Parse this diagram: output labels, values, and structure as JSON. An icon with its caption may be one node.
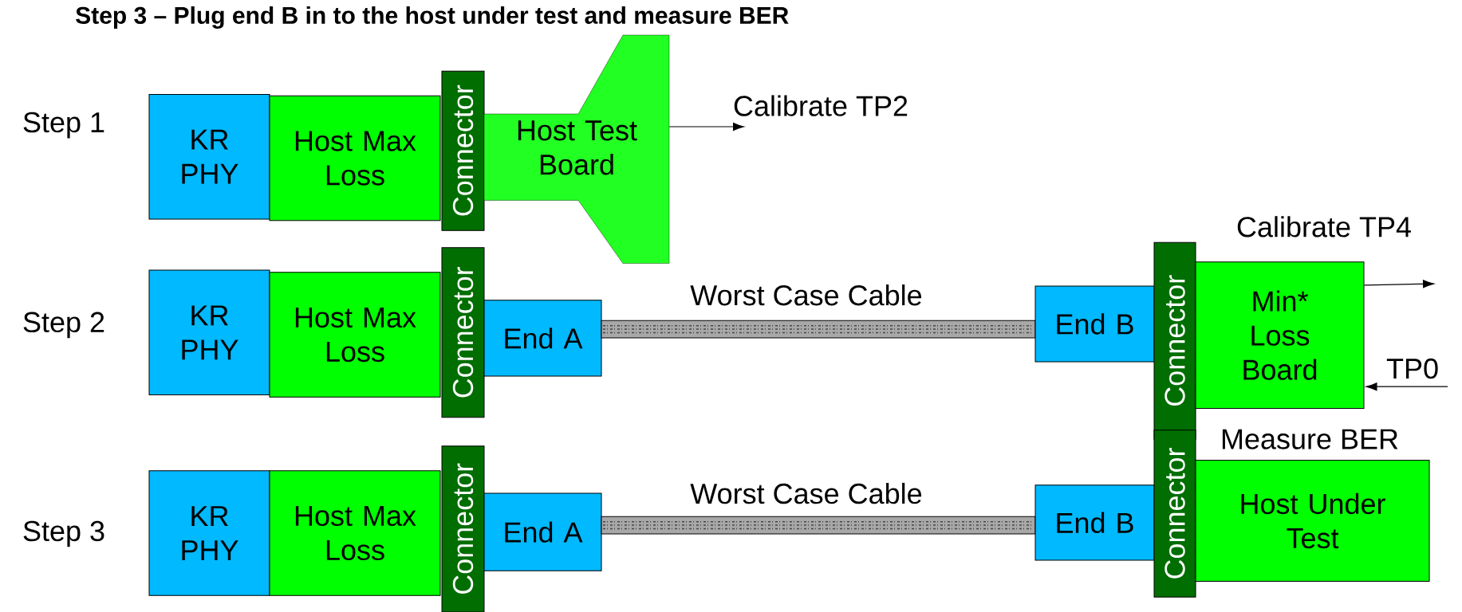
{
  "diagram": {
    "title": "Step 3 – Plug end B in to the host under test and measure BER",
    "nodes": [
      {
        "text": [
          "KR PHY"
        ]
      },
      {
        "text": [
          "Host Max Loss"
        ]
      },
      {
        "text": [
          "Connector"
        ]
      },
      {
        "text": [
          "Host Test Board"
        ]
      },
      {
        "text": [
          "KR PHY"
        ]
      },
      {
        "text": [
          "Host Max Loss"
        ]
      },
      {
        "text": [
          "Connector"
        ]
      },
      {
        "text": [
          "End A"
        ]
      },
      {
        "text": [],
        "shape": "bar",
        "beside": [
          "Worst Case Cable"
        ]
      },
      {
        "text": [
          "End B"
        ]
      },
      {
        "text": [
          "Connector"
        ]
      },
      {
        "text": [
          "Min* Loss Board"
        ]
      },
      {
        "text": [
          "KR PHY"
        ]
      },
      {
        "text": [
          "Host Max Loss"
        ]
      },
      {
        "text": [
          "Connector"
        ]
      },
      {
        "text": [
          "End A"
        ]
      },
      {
        "text": [],
        "shape": "bar",
        "beside": [
          "Worst Case Cable"
        ]
      },
      {
        "text": [
          "End B"
        ]
      },
      {
        "text": [
          "Connector"
        ]
      },
      {
        "text": [
          "Host Under Test"
        ],
        "beside": [
          "Measure BER"
        ]
      }
    ],
    "edges": [
      {
        "from": 3,
        "to": null,
        "arrow": "to",
        "label": "Calibrate TP2"
      },
      {
        "from": 11,
        "to": null,
        "arrow": "to",
        "label": "Calibrate TP4"
      },
      {
        "from": null,
        "to": 11,
        "arrow": "to",
        "label": "TP0"
      }
    ],
    "labels": [
      "Step 1",
      "Step 2",
      "Step 3"
    ]
  }
}
